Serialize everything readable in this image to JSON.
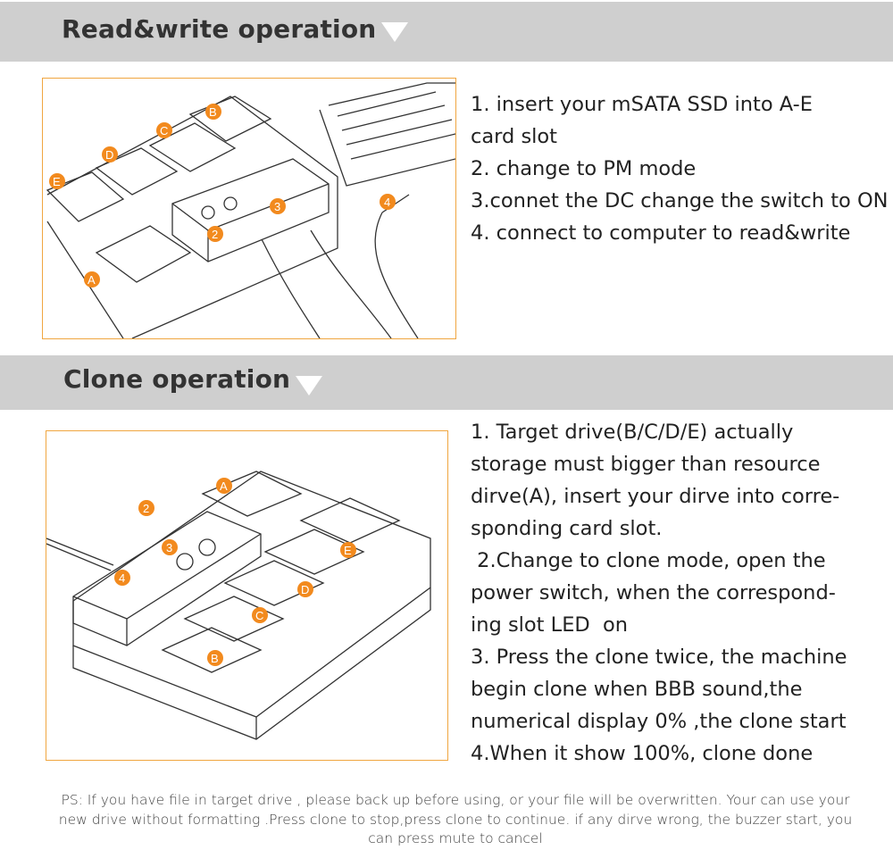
{
  "sections": [
    {
      "title": "Read&write operation",
      "steps": [
        "1. insert your mSATA SSD into A-E",
        "card slot",
        "2. change to PM mode",
        "3.connet the DC change the switch to ON",
        "4. connect to computer to read&write"
      ],
      "markers": [
        "A",
        "B",
        "C",
        "D",
        "E",
        "2",
        "3",
        "4"
      ]
    },
    {
      "title": "Clone operation",
      "steps": [
        "1. Target drive(B/C/D/E) actually",
        "storage must bigger than resource",
        "dirve(A), insert your dirve into corre-",
        "sponding card slot.",
        " 2.Change to clone mode, open the",
        "power switch, when the correspond-",
        "ing slot LED  on",
        "3. Press the clone twice, the machine",
        "begin clone when BBB sound,the",
        "numerical display 0% ,the clone start",
        "4.When it show 100%, clone done"
      ],
      "markers": [
        "A",
        "B",
        "C",
        "D",
        "E",
        "2",
        "3",
        "4"
      ]
    }
  ],
  "ps": [
    "PS:   If you have file in target drive , please back up before using, or your file will be overwritten. Your can use your",
    "new drive without formatting .Press clone to stop,press clone to continue. if any dirve wrong, the buzzer start, you",
    "can press mute to cancel"
  ],
  "colors": {
    "band": "#cfcfcf",
    "accent": "#f0a640",
    "marker": "#f28a1e"
  }
}
